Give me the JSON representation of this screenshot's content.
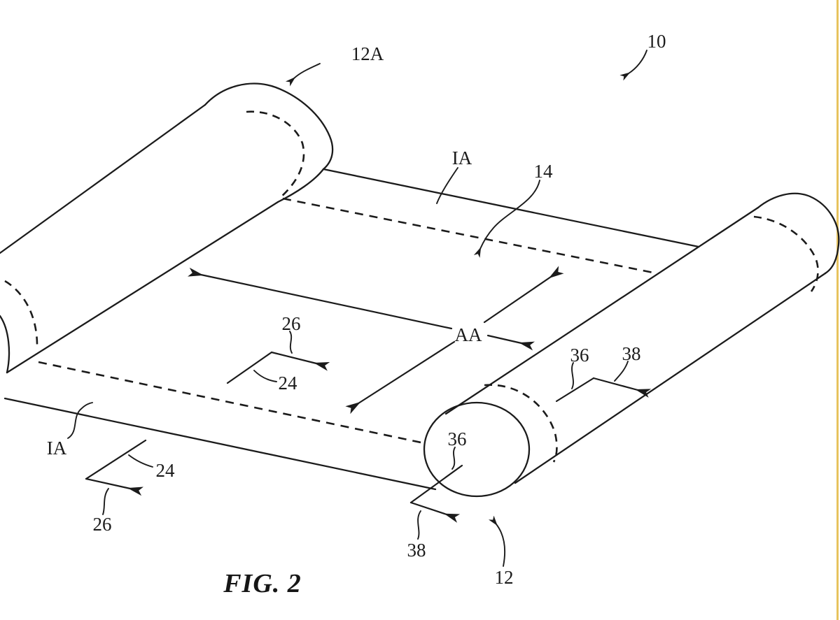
{
  "page": {
    "background": "#ffffff",
    "right_border_color": "#e7c35e",
    "drawing_color": "#1b1b1b"
  },
  "figure": {
    "caption": "FIG. 2",
    "labels": {
      "l12a": "12A",
      "l10": "10",
      "lia_top": "IA",
      "l14": "14",
      "l26_mid": "26",
      "l24_mid": "24",
      "laa": "AA",
      "l36_up": "36",
      "l38_up": "38",
      "lia_bot": "IA",
      "l24_low": "24",
      "l26_low": "26",
      "l36_low": "36",
      "l38_low": "38",
      "l12": "12"
    }
  }
}
